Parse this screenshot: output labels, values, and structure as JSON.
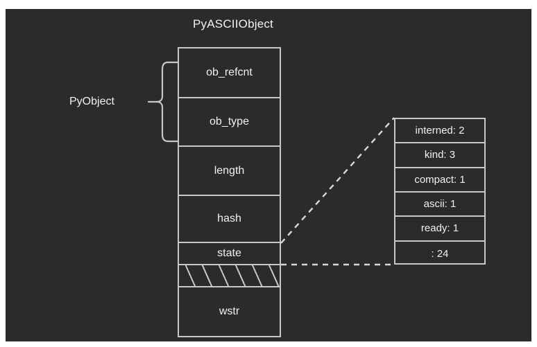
{
  "diagram": {
    "struct_title": "PyASCIIObject",
    "group_label": "PyObject",
    "colors": {
      "canvas_background": "#2b2b2b",
      "page_background": "#ffffff",
      "line": "#c8c8c8",
      "text": "#f2f2f2"
    },
    "struct_fields": [
      {
        "label": "ob_refcnt",
        "in_pyobject": true,
        "hatched": false
      },
      {
        "label": "ob_type",
        "in_pyobject": true,
        "hatched": false
      },
      {
        "label": "length",
        "in_pyobject": false,
        "hatched": false
      },
      {
        "label": "hash",
        "in_pyobject": false,
        "hatched": false
      },
      {
        "label": "state",
        "in_pyobject": false,
        "hatched": false
      },
      {
        "label": "",
        "in_pyobject": false,
        "hatched": true
      },
      {
        "label": "wstr",
        "in_pyobject": false,
        "hatched": false
      }
    ],
    "state_bitfields": [
      {
        "label": "interned: 2"
      },
      {
        "label": "kind: 3"
      },
      {
        "label": "compact: 1"
      },
      {
        "label": "ascii: 1"
      },
      {
        "label": "ready: 1"
      },
      {
        "label": ": 24"
      }
    ]
  }
}
